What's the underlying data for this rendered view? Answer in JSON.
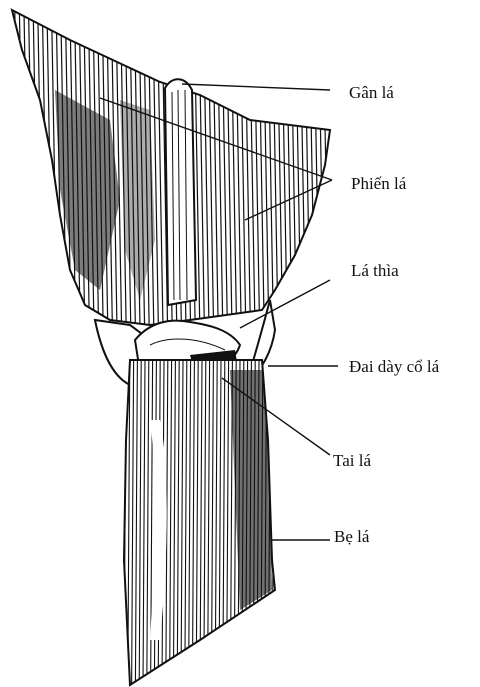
{
  "labels": {
    "gan_la": "Gân lá",
    "phien_la": "Phiến lá",
    "la_thia": "Lá thìa",
    "dai_day_co_la": "Đai dày cổ lá",
    "tai_la": "Tai lá",
    "be_la": "Bẹ lá"
  },
  "colors": {
    "ink": "#111111",
    "paper": "#ffffff"
  }
}
